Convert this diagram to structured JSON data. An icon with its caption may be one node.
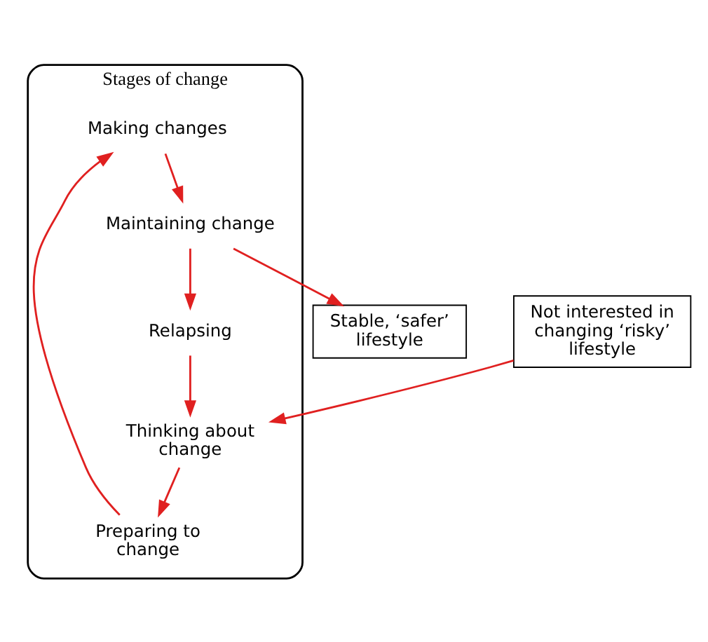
{
  "diagram": {
    "nodes": [
      {
        "text": [
          "Stages of change"
        ]
      },
      {
        "text": [
          "Stable, ‘safer’ lifestyle"
        ]
      },
      {
        "text": [
          "Making changes"
        ],
        "in": 0
      },
      {
        "text": [
          "Preparing to change"
        ],
        "in": 0
      },
      {
        "text": [
          "Maintaining change"
        ],
        "in": 0
      },
      {
        "text": [
          "Thinking about change"
        ],
        "in": 0
      },
      {
        "text": [
          "Relapsing"
        ],
        "in": 0
      },
      {
        "text": [
          "Not interested in changing ‘risky’ lifestyle"
        ]
      }
    ],
    "edges": [
      {
        "from": 7,
        "to": 5,
        "arrow": "to"
      },
      {
        "from": 5,
        "to": 3,
        "arrow": "to"
      },
      {
        "from": 3,
        "to": 2,
        "arrow": "to"
      },
      {
        "from": 2,
        "to": 4,
        "arrow": "to"
      },
      {
        "from": 4,
        "to": 6,
        "arrow": "to"
      },
      {
        "from": 6,
        "to": 5,
        "arrow": "to"
      },
      {
        "from": 4,
        "to": 1,
        "arrow": "to"
      }
    ]
  }
}
